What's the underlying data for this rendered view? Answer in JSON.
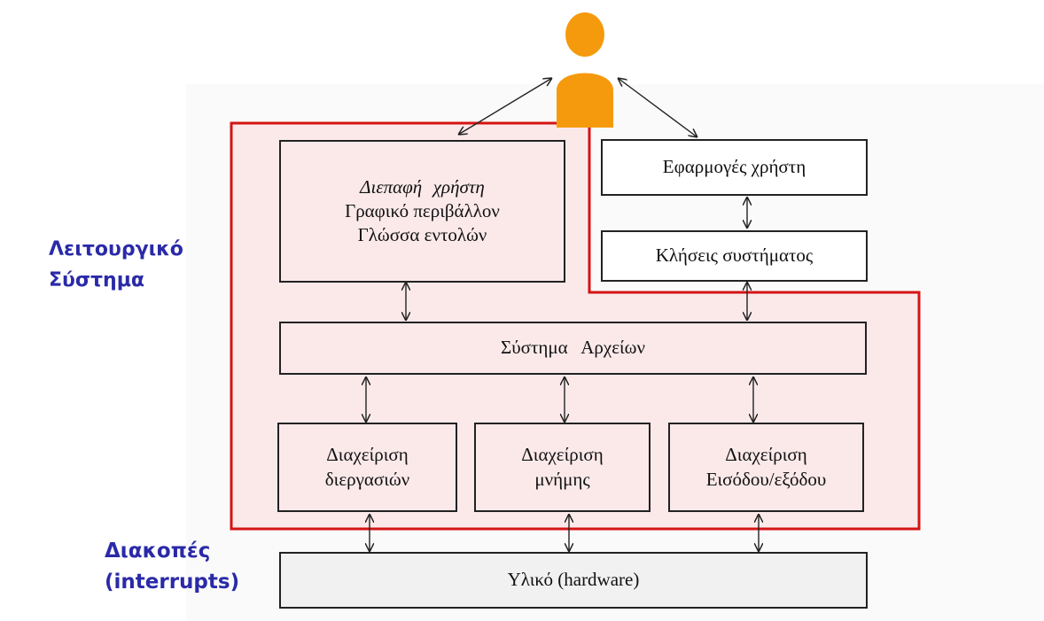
{
  "side_labels": {
    "os_line1": "Λειτουργικό",
    "os_line2": "Σύστημα",
    "interrupts_line1": "Διακοπές",
    "interrupts_line2": "(interrupts)"
  },
  "boxes": {
    "user_interface": {
      "line1": "Διεπαφή      χρήστη",
      "line2": "Γραφικό περιβάλλον",
      "line3": "Γλώσσα εντολών"
    },
    "user_apps": "Εφαρμογές χρήστη",
    "system_calls": "Κλήσεις συστήματος",
    "file_system": "Σύστημα   Αρχείων",
    "process_mgmt": {
      "line1": "Διαχείριση",
      "line2": "διεργασιών"
    },
    "memory_mgmt": {
      "line1": "Διαχείριση",
      "line2": "μνήμης"
    },
    "io_mgmt": {
      "line1": "Διαχείριση",
      "line2": "Εισόδου/εξόδου"
    },
    "hardware": "Υλικό (hardware)"
  },
  "colors": {
    "os_border": "#d41414",
    "os_fill": "#fbe9ea",
    "user_figure": "#f59a0c",
    "side_text": "#2a2aa8"
  }
}
